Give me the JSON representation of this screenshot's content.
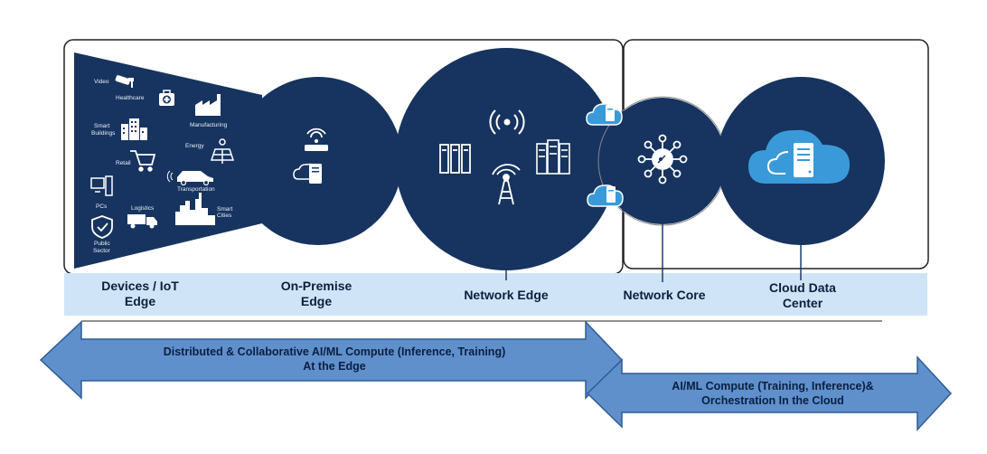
{
  "device_categories": {
    "video": "Video",
    "healthcare": "Healthcare",
    "smart_buildings": "Smart\nBuildings",
    "manufacturing": "Manufacturing",
    "energy": "Energy",
    "retail": "Retail",
    "transportation": "Transportation",
    "pcs": "PCs",
    "logistics": "Logistics",
    "smart_cities": "Smart\nCities",
    "public_sector": "Public\nSector"
  },
  "tiers": {
    "devices": "Devices / IoT\nEdge",
    "on_premise": "On-Premise\nEdge",
    "network_edge": "Network Edge",
    "network_core": "Network Core",
    "cloud": "Cloud Data\nCenter"
  },
  "arrows": {
    "edge": "Distributed & Collaborative  AI/ML Compute (Inference, Training)\nAt the Edge",
    "cloud": "AI/ML Compute (Training, Inference)&\nOrchestration In the Cloud"
  },
  "colors": {
    "navy": "#16345f",
    "light_band": "#cfe5f7",
    "arrow_fill": "#5f90cc",
    "arrow_stroke": "#2f5c93",
    "cloud_blue": "#3a9ad9"
  }
}
